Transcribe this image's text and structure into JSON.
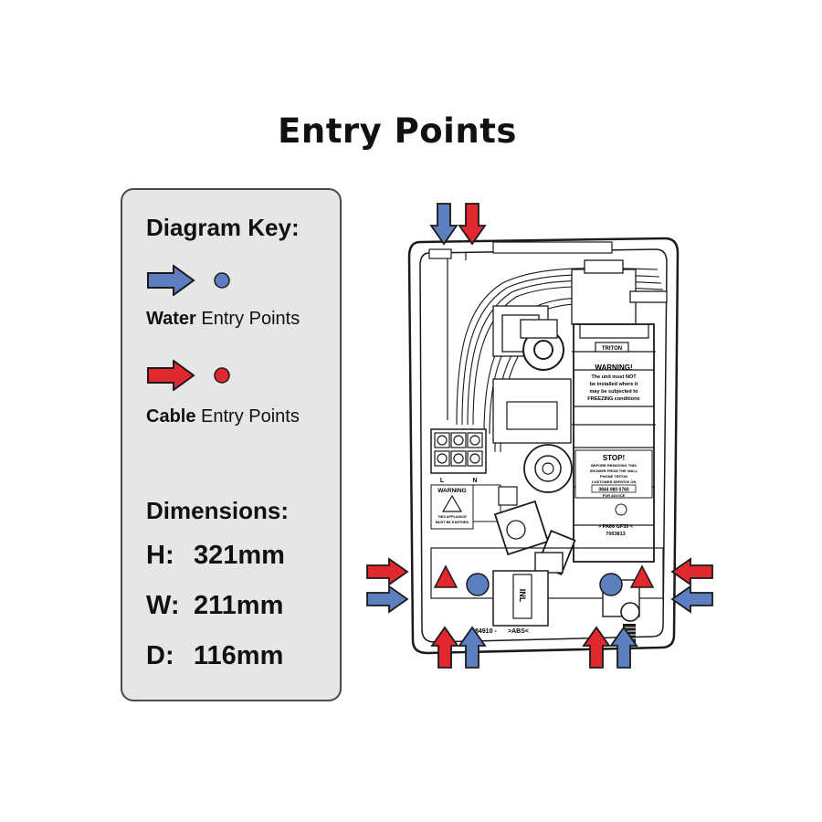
{
  "title": "Entry Points",
  "key": {
    "heading": "Diagram Key:",
    "water": {
      "label_bold": "Water",
      "label_rest": " Entry Points",
      "color": "#5b7fc1"
    },
    "cable": {
      "label_bold": "Cable",
      "label_rest": " Entry Points",
      "color": "#e0282e"
    }
  },
  "dimensions": {
    "heading": "Dimensions:",
    "items": [
      {
        "letter": "H:",
        "value": "321mm"
      },
      {
        "letter": "W:",
        "value": "211mm"
      },
      {
        "letter": "D:",
        "value": "116mm"
      }
    ]
  },
  "unit_labels": {
    "warning_box_title": "WARNING!",
    "warning_box_lines": [
      "The unit must NOT",
      "be installed where it",
      "may be subjected to",
      "FREEZING conditions"
    ],
    "stop_title": "STOP!",
    "stop_lines": [
      "BEFORE REMOVING THIS",
      "SHOWER FROM THE WALL",
      "PHONE TRITON",
      "CUSTOMER SERVICE ON",
      "0844 980 0760",
      "FOR ADVICE"
    ],
    "brand": "TRITON",
    "terminal_l": "L",
    "terminal_n": "N",
    "left_warning": "WARNING",
    "left_warning_lines": [
      "THIS APPLIANCE",
      "MUST BE EARTHED"
    ],
    "inl": "INL",
    "part_code": "> PA66 GF30 <",
    "part_number": "7003813",
    "bottom_code": "84910 -",
    "abs_code": ">ABS<"
  }
}
